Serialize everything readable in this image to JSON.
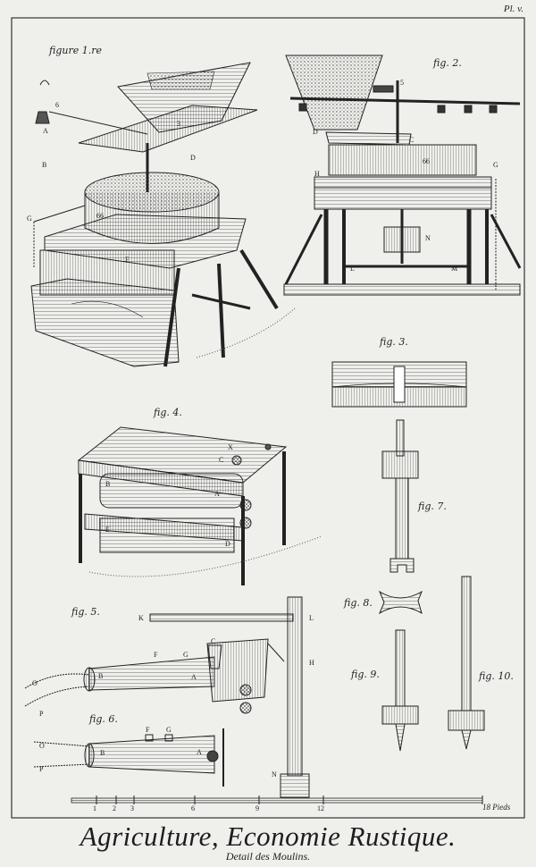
{
  "plate": {
    "number": "Pl. v.",
    "title": "Agriculture, Economie Rustique.",
    "subtitle": "Detail des Moulins."
  },
  "figures": {
    "fig1": "figure 1.re",
    "fig2": "fig. 2.",
    "fig3": "fig. 3.",
    "fig4": "fig. 4.",
    "fig5": "fig. 5.",
    "fig6": "fig. 6.",
    "fig7": "fig. 7.",
    "fig8": "fig. 8.",
    "fig9": "fig. 9.",
    "fig10": "fig. 10."
  },
  "letters": {
    "f1_A": "A",
    "f1_B": "B",
    "f1_D": "D",
    "f1_G": "G",
    "f1_F": "F",
    "f1_6": "6",
    "f1_3": "3",
    "f1_66": "66",
    "f2_D": "D",
    "f2_C": "C",
    "f2_H": "H",
    "f2_G": "G",
    "f2_N": "N",
    "f2_L": "L",
    "f2_M": "M",
    "f2_5": "5",
    "f2_66": "66",
    "f4_X": "X",
    "f4_C": "C",
    "f4_B": "B",
    "f4_A": "A",
    "f4_E": "E",
    "f4_D": "D",
    "f5_K": "K",
    "f5_L": "L",
    "f5_H": "H",
    "f5_C": "C",
    "f5_F": "F",
    "f5_G": "G",
    "f5_O": "O",
    "f5_P": "P",
    "f5_B": "B",
    "f5_A": "A",
    "f5_N": "N",
    "f6_F": "F",
    "f6_G": "G",
    "f6_O": "O",
    "f6_P": "P",
    "f6_B": "B",
    "f6_A": "A"
  },
  "scale": {
    "ticks": [
      "1",
      "2",
      "3",
      "6",
      "9",
      "12"
    ],
    "unit": "18 Pieds"
  }
}
